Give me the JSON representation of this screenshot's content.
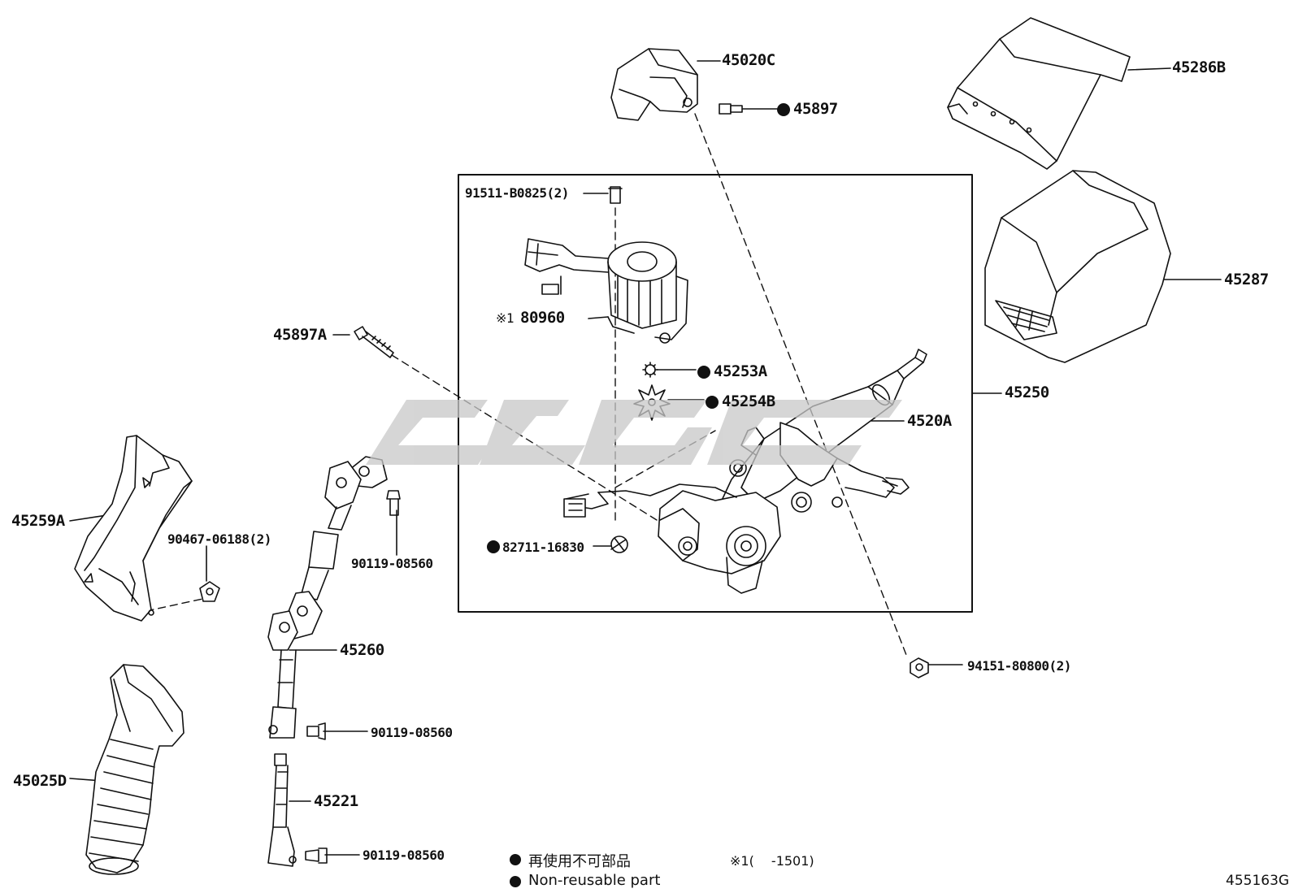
{
  "labels": {
    "p45020C": "45020C",
    "p45897": "45897",
    "p45286B": "45286B",
    "p91511": "91511-B0825(2)",
    "p80960_mark": "※1",
    "p80960": "80960",
    "p45287": "45287",
    "p45897A": "45897A",
    "p45253A": "45253A",
    "p45254B": "45254B",
    "p45250": "45250",
    "p4520A": "4520A",
    "p45259A": "45259A",
    "p90467": "90467-06188(2)",
    "p90119a": "90119-08560",
    "p82711": "82711-16830",
    "p45260": "45260",
    "p94151": "94151-80800(2)",
    "p90119b": "90119-08560",
    "p45025D": "45025D",
    "p45221": "45221",
    "p90119c": "90119-08560"
  },
  "legend": {
    "jp": "再使用不可部品",
    "en": "Non-reusable part",
    "note": "※1(　 -1501)"
  },
  "diagram_code": "455163G",
  "colors": {
    "ink": "#111111",
    "watermark": "#c8c8c8"
  }
}
